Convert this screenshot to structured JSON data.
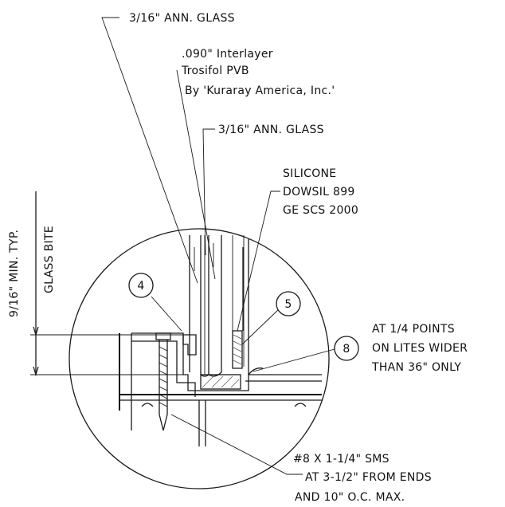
{
  "callouts": {
    "glass_top": "3/16\" ANN. GLASS",
    "interlayer_1": ".090\" Interlayer",
    "interlayer_2": "Trosifol PVB",
    "interlayer_3": "By 'Kuraray America, Inc.'",
    "glass_inner": "3/16\" ANN. GLASS",
    "silicone_1": "SILICONE",
    "silicone_2": "DOWSIL 899",
    "silicone_3": "GE SCS 2000",
    "setting_1": "AT 1/4 POINTS",
    "setting_2": "ON LITES WIDER",
    "setting_3": "THAN 36\" ONLY",
    "screw_1": "#8 X 1-1/4\" SMS",
    "screw_2": "AT 3-1/2\" FROM ENDS",
    "screw_3": "AND 10\" O.C. MAX."
  },
  "dimension": {
    "label": "9/16\" MIN. TYP.",
    "sublabel": "GLASS BITE"
  },
  "bubbles": {
    "b4": "4",
    "b5": "5",
    "b8": "8"
  }
}
